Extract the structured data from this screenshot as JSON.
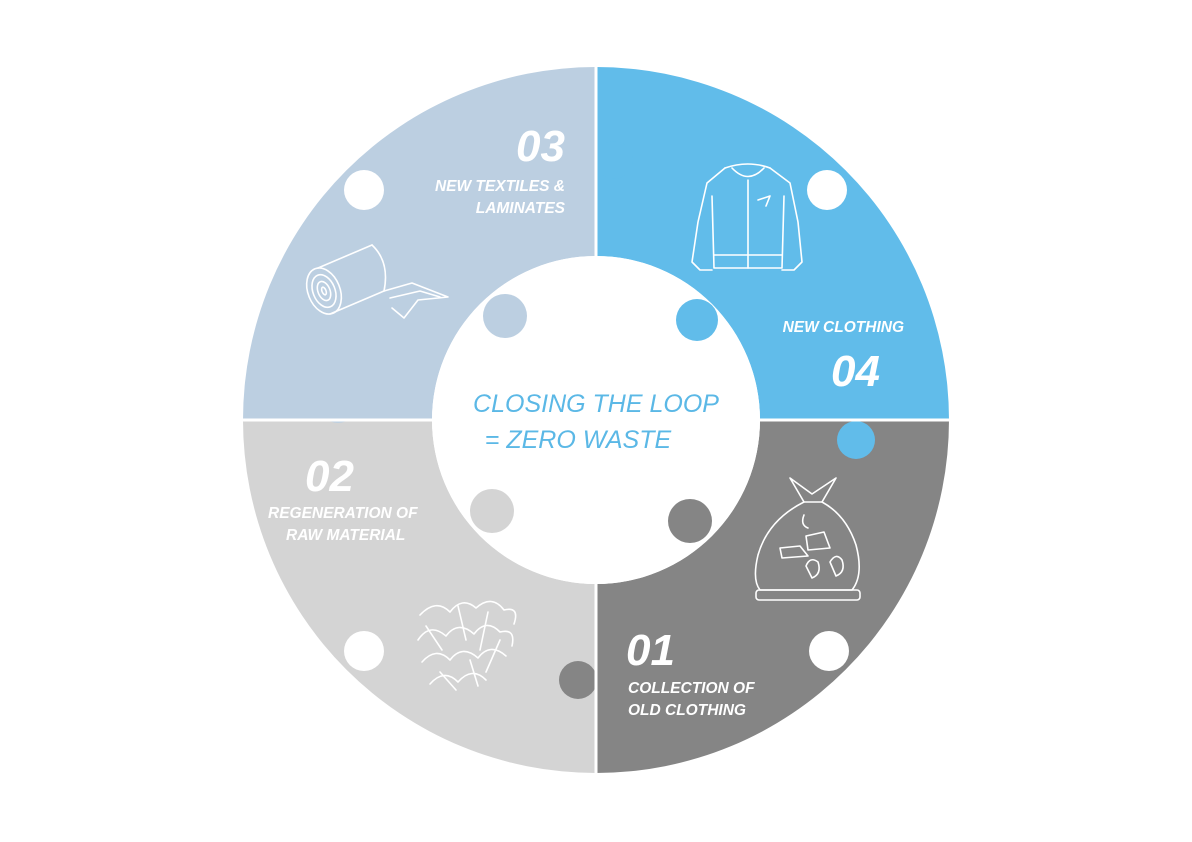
{
  "center": {
    "line1": "CLOSING THE LOOP",
    "line2": "= ZERO WASTE"
  },
  "segments": [
    {
      "number": "01",
      "label_line1": "COLLECTION OF",
      "label_line2": "OLD CLOTHING",
      "color": "#858585",
      "icon": "trash-bag-icon"
    },
    {
      "number": "02",
      "label_line1": "REGENERATION OF",
      "label_line2": "RAW MATERIAL",
      "color": "#d4d4d4",
      "icon": "fiber-icon"
    },
    {
      "number": "03",
      "label_line1": "NEW TEXTILES &",
      "label_line2": "LAMINATES",
      "color": "#bccfe1",
      "icon": "fabric-roll-icon"
    },
    {
      "number": "04",
      "label_line1": "NEW CLOTHING",
      "label_line2": "",
      "color": "#61bcea",
      "icon": "jacket-icon"
    }
  ],
  "colors": {
    "center_text": "#5bb8e6",
    "background": "#ffffff"
  }
}
